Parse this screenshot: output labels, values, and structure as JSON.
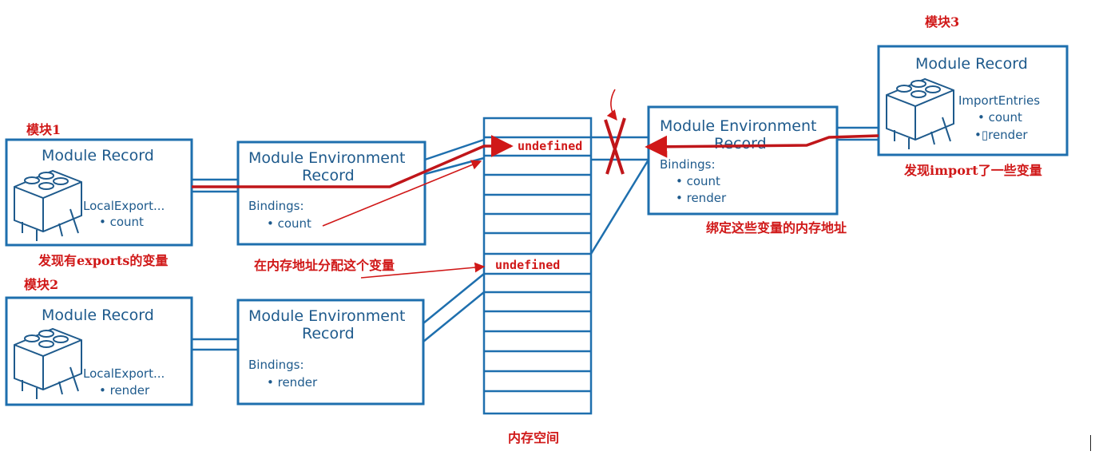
{
  "modules": {
    "m1": {
      "label": "模块1",
      "record_title": "Module Record",
      "local_export": "LocalExport...",
      "local_item": "• count",
      "env_title_1": "Module Environment",
      "env_title_2": "Record",
      "bindings": "Bindings:",
      "binding_item": "• count",
      "note": "发现有exports的变量"
    },
    "m2": {
      "label": "模块2",
      "record_title": "Module Record",
      "local_export": "LocalExport...",
      "local_item": "• render",
      "env_title_1": "Module Environment",
      "env_title_2": "Record",
      "bindings": "Bindings:",
      "binding_item": "• render"
    },
    "m3": {
      "label": "模块3",
      "record_title": "Module Record",
      "import_entries": "ImportEntries",
      "import_item_1": "• count",
      "import_item_2": "•▯render",
      "env_title_1": "Module Environment",
      "env_title_2": "Record",
      "bindings": "Bindings:",
      "binding_item_1": "• count",
      "binding_item_2": "• render",
      "note": "发现import了一些变量",
      "bind_note": "绑定这些变量的内存地址"
    }
  },
  "memory": {
    "cell_1": "undefined",
    "cell_2": "undefined",
    "label": "内存空间",
    "alloc_note": "在内存地址分配这个变量"
  },
  "colors": {
    "box_stroke": "#1e6fae",
    "text_blue": "#1e5a8c",
    "annotation_red": "#d01818",
    "link_red": "#c0161a"
  }
}
